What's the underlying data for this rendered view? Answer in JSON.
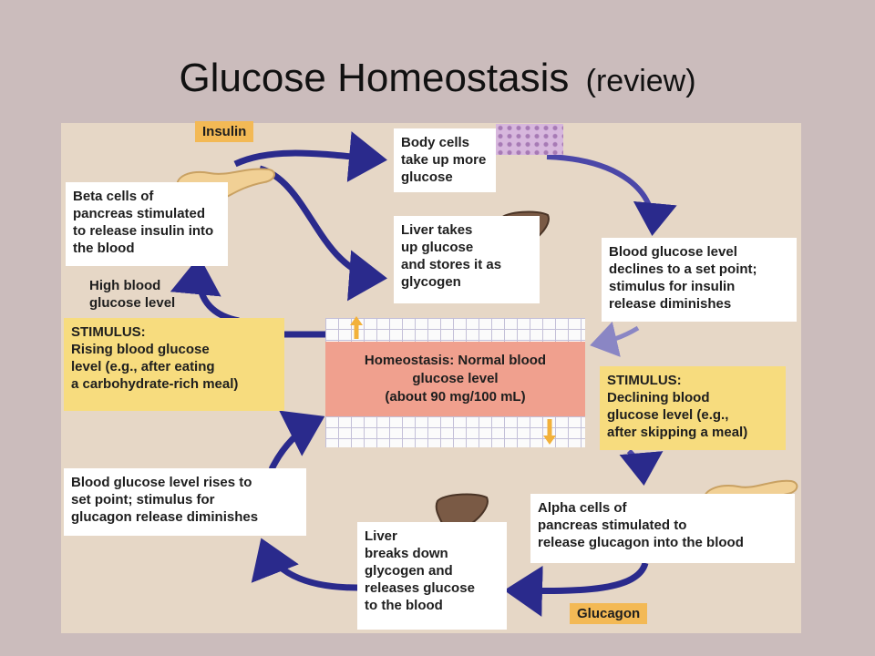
{
  "title": {
    "main": "Glucose Homeostasis",
    "sub": "(review)"
  },
  "tags": {
    "insulin": "Insulin",
    "glucagon": "Glucagon"
  },
  "boxes": {
    "beta_cells": "Beta cells of\npancreas stimulated\nto release insulin into\nthe blood",
    "body_cells": "Body cells\ntake up more\nglucose",
    "liver_takes": "Liver takes\nup glucose\nand stores it as\nglycogen",
    "declines": "Blood glucose level\ndeclines to a set point;\nstimulus for insulin\nrelease diminishes",
    "stimulus_rising": "STIMULUS:\nRising blood glucose\nlevel (e.g., after eating\na carbohydrate-rich meal)",
    "homeostasis": "Homeostasis:  Normal blood\nglucose level\n(about 90 mg/100 mL)",
    "stimulus_declining": "STIMULUS:\nDeclining blood\nglucose level (e.g.,\nafter skipping a meal)",
    "rises": "Blood glucose level rises to\nset point; stimulus for\nglucagon release diminishes",
    "liver_breaks": "Liver\nbreaks down\nglycogen and\nreleases glucose\nto the blood",
    "alpha_cells": "Alpha cells of\npancreas stimulated to\nrelease glucagon into the blood"
  },
  "labels": {
    "high_blood": "High blood\nglucose level"
  },
  "colors": {
    "background": "#cbbcbc",
    "panel": "#e6d7c6",
    "arrow_dark": "#2a2a8c",
    "arrow_light": "#8a86c4",
    "stimulus": "#f7dc7e",
    "tag": "#f3b955",
    "homeostasis": "#f0a08e",
    "up_arrow": "#f2b13a"
  },
  "icons": [
    "pancreas-icon",
    "liver-icon",
    "body-cells-icon"
  ]
}
